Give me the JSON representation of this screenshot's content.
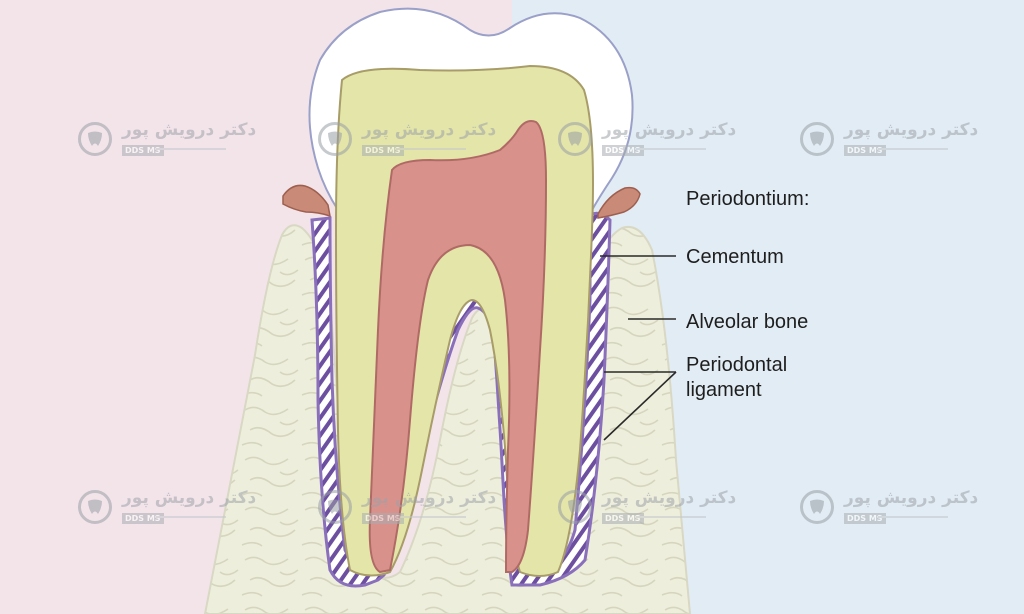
{
  "colors": {
    "background_left": "#f3e4ea",
    "background_right": "#e2ecf4",
    "enamel": "#ffffff",
    "dentin": "#e4e5a9",
    "pulp": "#d9918c",
    "bone": "#eeeedc",
    "ligament": "#7a5aa8",
    "gingiva": "#c98a78"
  },
  "labels": {
    "periodontium": "Periodontium:",
    "cementum": "Cementum",
    "alveolar_bone": "Alveolar bone",
    "periodontal_ligament_line1": "Periodontal",
    "periodontal_ligament_line2": "ligament"
  },
  "watermark": {
    "brand": "دکتر درویش پور",
    "badge": "DDS MS",
    "icon": "tooth-logo-icon"
  }
}
